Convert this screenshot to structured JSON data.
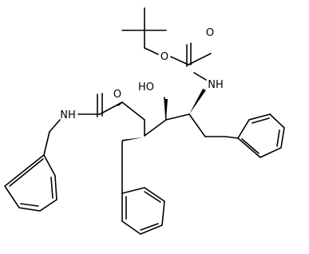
{
  "atoms": {
    "o_ester": "O",
    "o_carbonyl_boc": "O",
    "nh_boc": "NH",
    "ho_hydroxyl": "HO",
    "o_amide": "O",
    "nh_amide": "NH"
  },
  "colors": {
    "bond": "#000000",
    "background": "#ffffff"
  }
}
